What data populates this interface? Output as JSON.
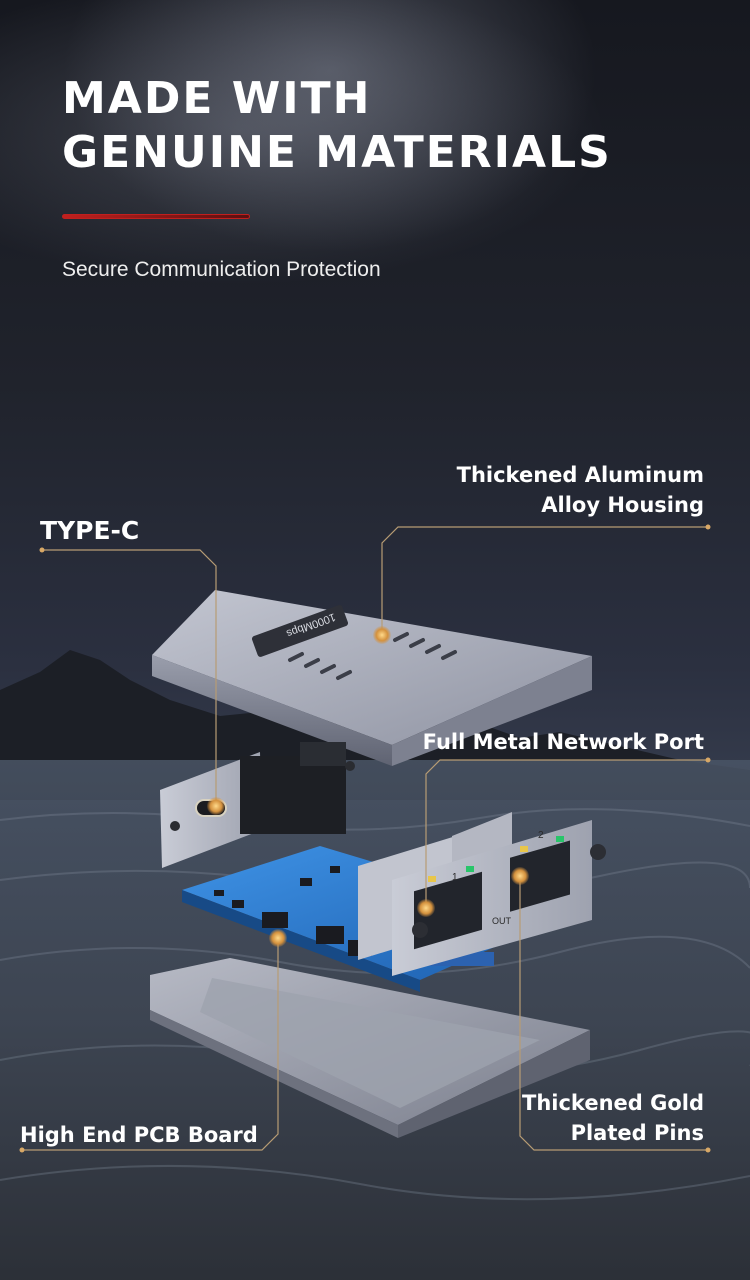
{
  "headline": {
    "line1": "MADE WITH",
    "line2": "GENUINE MATERIALS"
  },
  "subtitle": "Secure Communication Protection",
  "product": {
    "housing_print": "1000Mbps"
  },
  "ports": {
    "port1_number": "1",
    "port2_number": "2",
    "out_label": "OUT"
  },
  "callouts": {
    "typec": "TYPE-C",
    "aluminum_line1": "Thickened Aluminum",
    "aluminum_line2": "Alloy Housing",
    "network_port": "Full Metal Network Port",
    "gold_pins_line1": "Thickened Gold",
    "gold_pins_line2": "Plated Pins",
    "pcb": "High End PCB Board"
  },
  "colors": {
    "accent_red": "#c0201e",
    "callout_line": "#b79c74",
    "hotspot": "#e0a24a",
    "pcb_blue": "#2f7fd6",
    "housing_silver": "#a4a8b6"
  }
}
